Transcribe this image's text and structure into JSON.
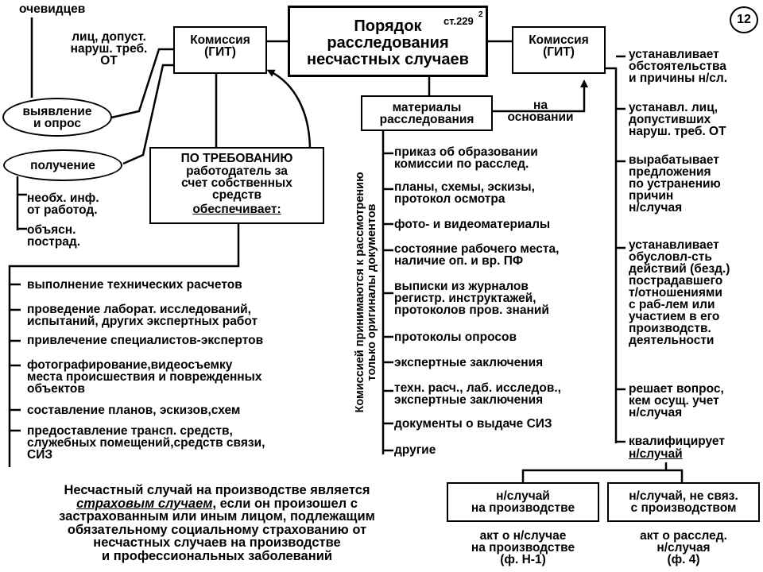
{
  "top_left": {
    "eyewitnesses": "очевидцев",
    "persons_admitted": "лиц, допуст.\nнаруш. треб.\nОТ",
    "detection_oval": "выявление\nи опрос",
    "receipt_oval": "получение",
    "required_info": "необх. инф.\nот работод.",
    "victim_explanations": "объясн.\nпострад."
  },
  "commission_left": "Комиссия\n(ГИТ)",
  "commission_right": "Комиссия\n(ГИТ)",
  "title": {
    "text": "Порядок\nрасследования\nнесчастных случаев",
    "article": "ст.229",
    "article_sup": "2"
  },
  "slide_number": "12",
  "on_demand": {
    "heading": "ПО ТРЕБОВАНИЮ",
    "body": "работодатель за\nсчет собственных\nсредств",
    "provides": "обеспечивает:"
  },
  "materials": {
    "box": "материалы\nрасследования",
    "based_on": "на\nосновании",
    "vertical_note": "Комиссией принимаются к рассмотрению\nтолько оригиналы документов",
    "items": [
      "приказ об образовании\nкомиссии по расслед.",
      "планы, схемы, эскизы,\nпротокол осмотра",
      "фото- и видеоматериалы",
      "состояние рабочего места,\nналичие оп. и вр. ПФ",
      "выписки из журналов\nрегистр. инструктажей,\nпротоколов пров. знаний",
      "протоколы опросов",
      "экспертные заключения",
      "техн. расч., лаб. исследов.,\nэкспертные заключения",
      "документы о выдаче СИЗ",
      "другие"
    ]
  },
  "employer_provides": [
    "выполнение технических расчетов",
    "проведение лаборат. исследований,\nиспытаний, других экспертных работ",
    "привлечение специалистов-экспертов",
    "фотографирование,видеосъемку\nместа происшествия и поврежденных\nобъектов",
    "составление планов, эскизов,схем",
    "предоставление трансп. средств,\nслужебных помещений,средств связи,\nСИЗ"
  ],
  "commission_duties": [
    "устанавливает\nобстоятельства\nи причины н/сл.",
    "устанавл. лиц,\nдопустивших\nнаруш. треб. ОТ",
    "вырабатывает\nпредложения\nпо устранению\nпричин\nн/случая",
    "устанавливает\nобусловл-сть\nдействий (безд.)\nпострадавшего\nт/отношениями\nс раб-лем или\nучастием в его\nпроизводств.\nдеятельности",
    "решает вопрос,\nкем осущ. учет\nн/случая",
    "квалифицирует",
    "н/случай"
  ],
  "insurance_note": {
    "line1": "Несчастный случай на производстве является",
    "line2_em": "страховым случаем",
    "line2_rest": ", если он произошел с",
    "rest": "застрахованным или иным лицом, подлежащим\nобязательному социальному страхованию от\nнесчастных случаев на производстве\nи профессиональных заболеваний"
  },
  "outcomes": {
    "work_box": "н/случай\nна производстве",
    "nonwork_box": "н/случай, не связ.\nс производством",
    "work_act": "акт о н/случае\nна производстве\n(ф. Н-1)",
    "nonwork_act": "акт о расслед.\nн/случая\n(ф. 4)"
  }
}
